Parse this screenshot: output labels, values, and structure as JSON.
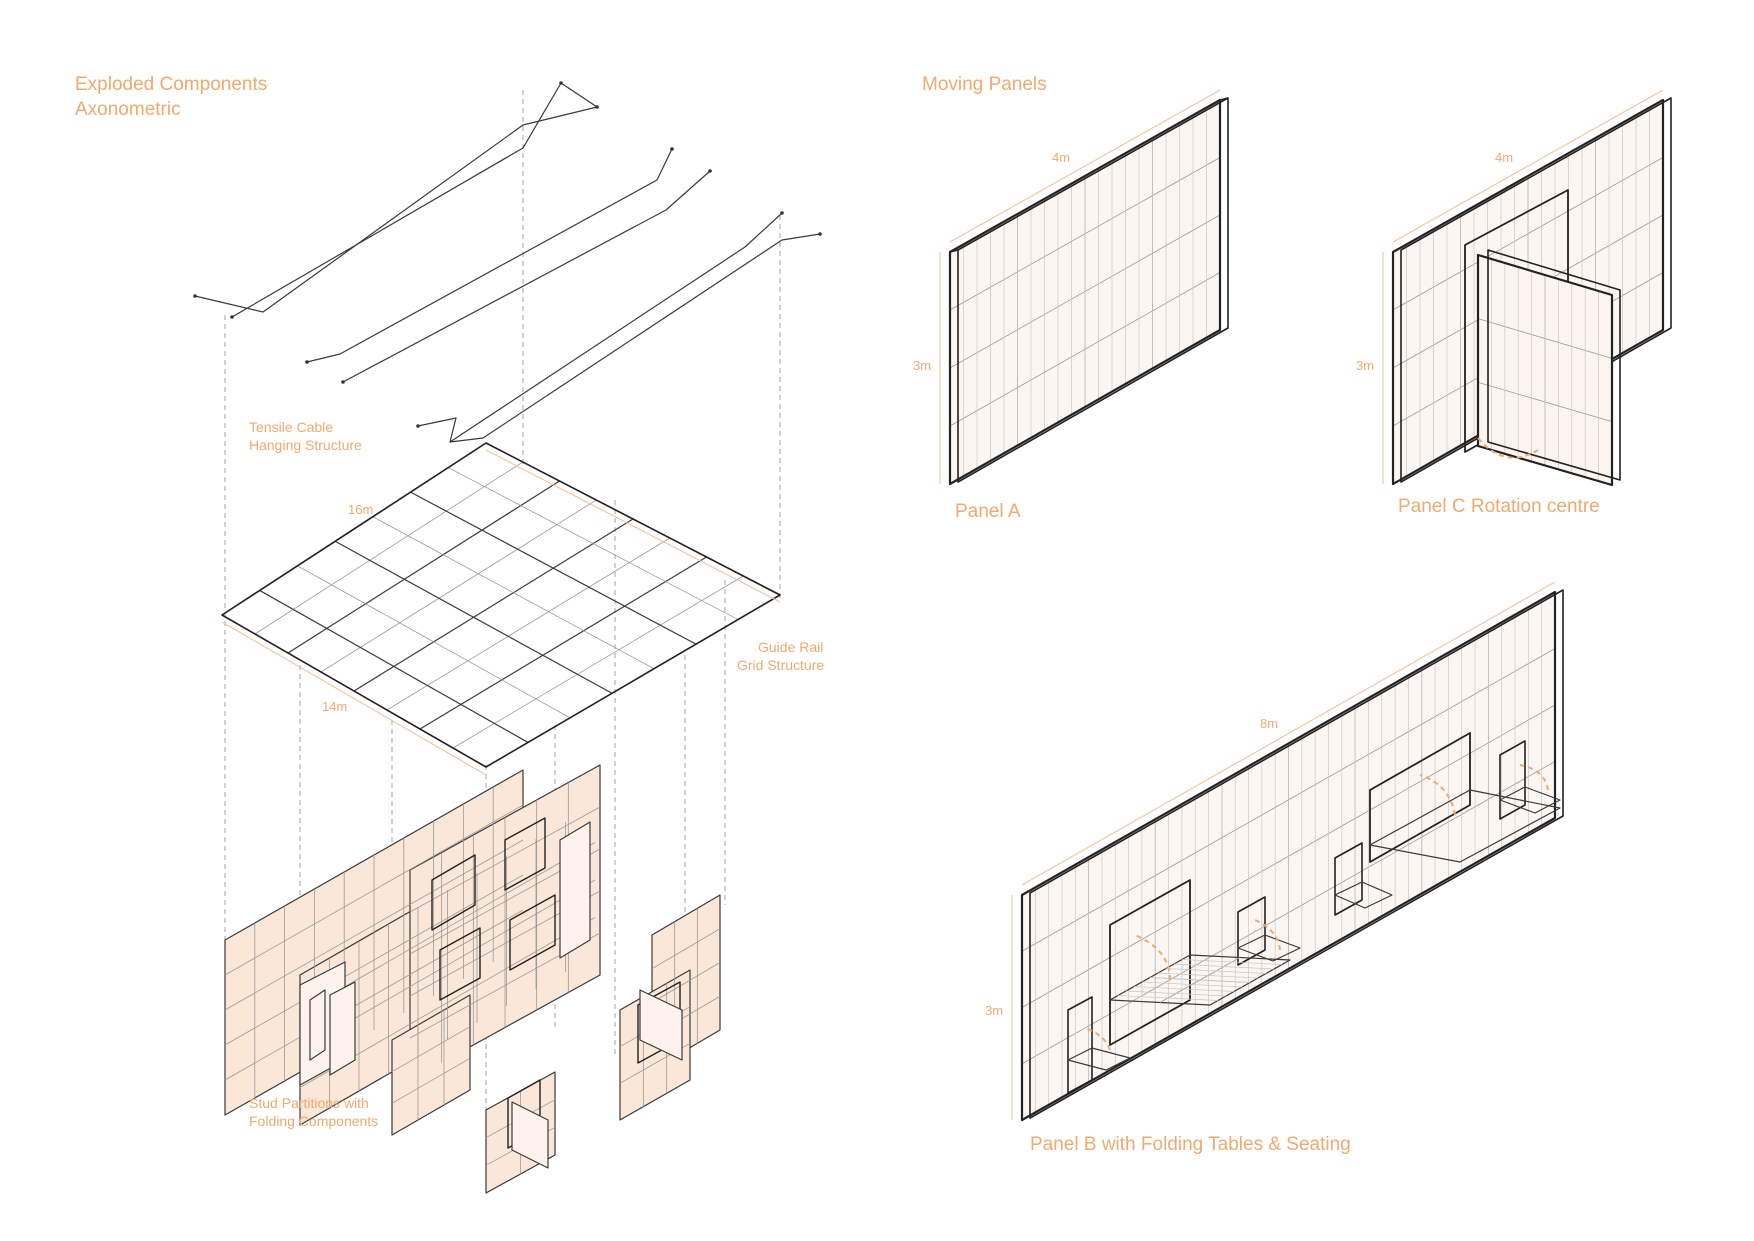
{
  "left_panel": {
    "title_line1": "Exploded Components",
    "title_line2": "Axonometric",
    "cable_label_line1": "Tensile Cable",
    "cable_label_line2": "Hanging Structure",
    "grid_dim_top": "16m",
    "grid_dim_side": "14m",
    "grid_label_line1": "Guide Rail",
    "grid_label_line2": "Grid Structure",
    "partition_label_line1": "Stud Partitions with",
    "partition_label_line2": "Folding Components"
  },
  "right_panel": {
    "title": "Moving Panels",
    "panel_a": {
      "width": "4m",
      "height": "3m",
      "caption": "Panel A"
    },
    "panel_c": {
      "width": "4m",
      "height": "3m",
      "caption": "Panel C Rotation centre"
    },
    "panel_b": {
      "width": "8m",
      "height": "3m",
      "caption": "Panel B with Folding Tables & Seating"
    }
  },
  "colors": {
    "annotation": "#eeaa70",
    "line": "#3a3a3a",
    "panel_fill": "#fbe7d8"
  }
}
